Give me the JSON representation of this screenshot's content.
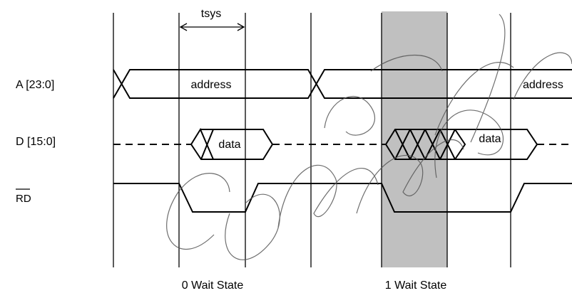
{
  "signals": [
    {
      "id": "addr",
      "label": "A [23:0]"
    },
    {
      "id": "data",
      "label": "D [15:0]"
    },
    {
      "id": "rd",
      "label": "RD"
    }
  ],
  "timing": {
    "tsys_label": "tsys"
  },
  "bus_values": {
    "address_1": "address",
    "address_2": "address",
    "data_1": "data",
    "data_2": "data"
  },
  "states": {
    "zero_wait": "0 Wait State",
    "one_wait": "1 Wait State"
  },
  "watermark": {
    "text": "Commodore Design",
    "color": "#555555"
  },
  "colors": {
    "wait_band": "#c0c0c0",
    "line": "#000000"
  }
}
